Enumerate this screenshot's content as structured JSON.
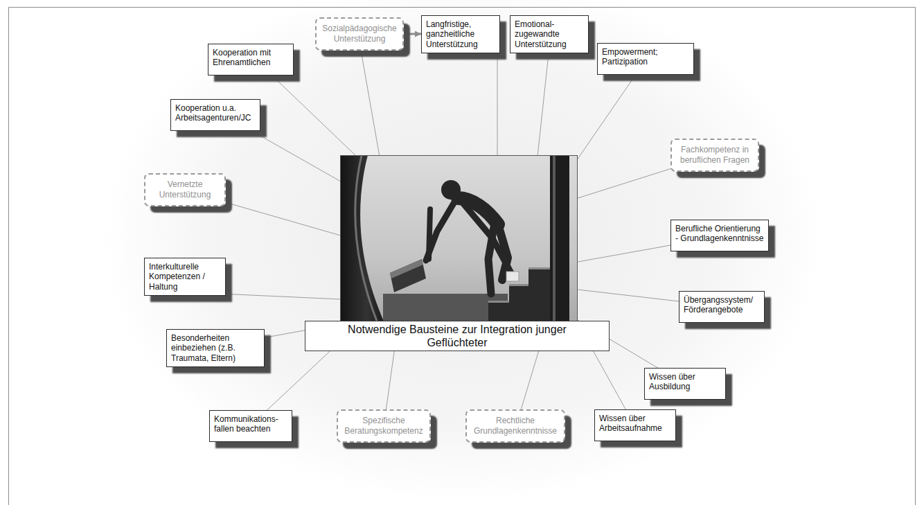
{
  "diagram": {
    "nodes": [
      {
        "text": [
          "Sozialpädagogische Unterstützung"
        ]
      },
      {
        "text": [
          "Langfristige, ganzheitliche Unterstützung"
        ]
      },
      {
        "text": [
          "Emotional-zugewandte Unterstützung"
        ]
      },
      {
        "text": [
          "Kooperation mit Ehrenamtlichen"
        ]
      },
      {
        "text": [
          "Empowerment; Partizipation"
        ]
      },
      {
        "text": [
          "Kooperation u.a. Arbeitsagenturen/JC"
        ]
      },
      {
        "text": [
          "Fachkompetenz in beruflichen Fragen"
        ]
      },
      {
        "text": [
          "Vernetzte Unterstützung"
        ]
      },
      {
        "text": [
          "Berufliche Orientierung - Grundlagenkenntnisse"
        ]
      },
      {
        "text": [
          "Interkulturelle Kompetenzen / Haltung"
        ]
      },
      {
        "text": [
          "Übergangssystem/ Förderangebote"
        ]
      },
      {
        "text": [
          "Notwendige Bausteine zur Integration junger Geflüchteter"
        ]
      },
      {
        "text": [
          "Besonderheiten einbeziehen (z.B. Traumata, Eltern)"
        ]
      },
      {
        "text": [
          "Wissen über Ausbildung"
        ]
      },
      {
        "text": [
          "Kommunikations-fallen beachten"
        ]
      },
      {
        "text": [
          "Spezifische Beratungskompetenz"
        ]
      },
      {
        "text": [
          "Rechtliche Grundlagenkenntnisse"
        ]
      },
      {
        "text": [
          "Wissen über Arbeitsaufnahme"
        ]
      }
    ],
    "edges": [
      {
        "from": 0,
        "to": 1,
        "arrow": "to"
      }
    ]
  }
}
